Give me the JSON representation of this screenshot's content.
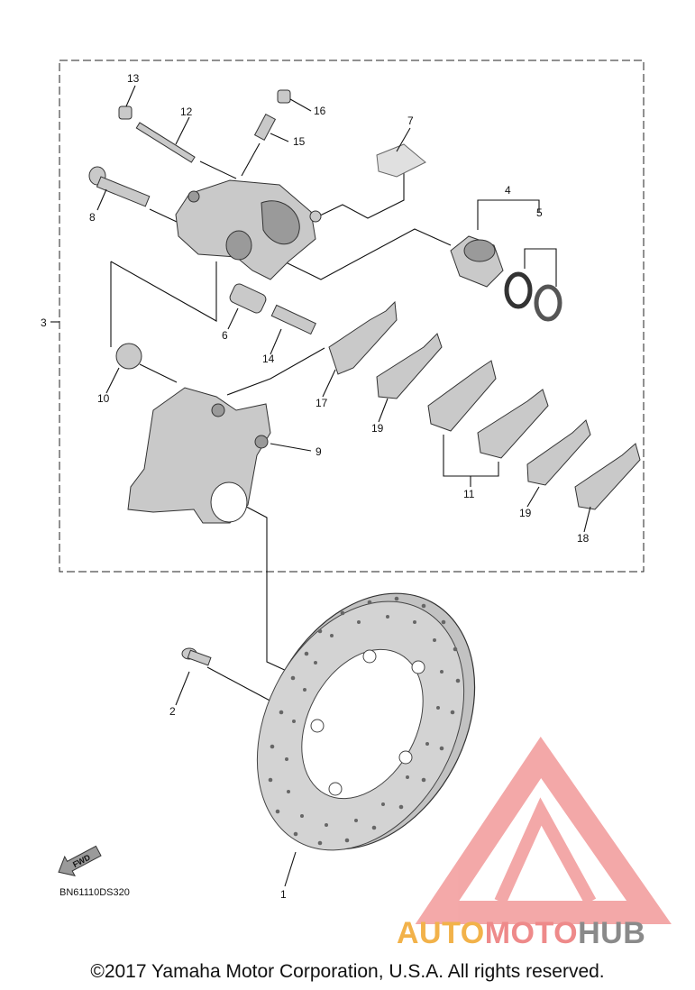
{
  "diagram": {
    "callouts": [
      {
        "id": "c1",
        "text": "1"
      },
      {
        "id": "c2",
        "text": "2"
      },
      {
        "id": "c3",
        "text": "3"
      },
      {
        "id": "c4",
        "text": "4"
      },
      {
        "id": "c5",
        "text": "5"
      },
      {
        "id": "c6",
        "text": "6"
      },
      {
        "id": "c7",
        "text": "7"
      },
      {
        "id": "c8",
        "text": "8"
      },
      {
        "id": "c9",
        "text": "9"
      },
      {
        "id": "c10",
        "text": "10"
      },
      {
        "id": "c11",
        "text": "11"
      },
      {
        "id": "c12",
        "text": "12"
      },
      {
        "id": "c13",
        "text": "13"
      },
      {
        "id": "c14",
        "text": "14"
      },
      {
        "id": "c15",
        "text": "15"
      },
      {
        "id": "c16",
        "text": "16"
      },
      {
        "id": "c17",
        "text": "17"
      },
      {
        "id": "c18",
        "text": "18"
      },
      {
        "id": "c19a",
        "text": "19"
      },
      {
        "id": "c19b",
        "text": "19"
      }
    ],
    "fwd_label": "FWD",
    "diagram_code": "BN61110DS320"
  },
  "watermark": {
    "part1": "AUTO",
    "part2": "MOTO",
    "part3": "HUB",
    "colors": {
      "auto": "#f2b24a",
      "moto": "#ee8a8a",
      "hub": "#8a8a8a",
      "logo": "#f08c8c"
    }
  },
  "footer": {
    "copyright": "©2017 Yamaha Motor Corporation, U.S.A. All rights reserved."
  }
}
